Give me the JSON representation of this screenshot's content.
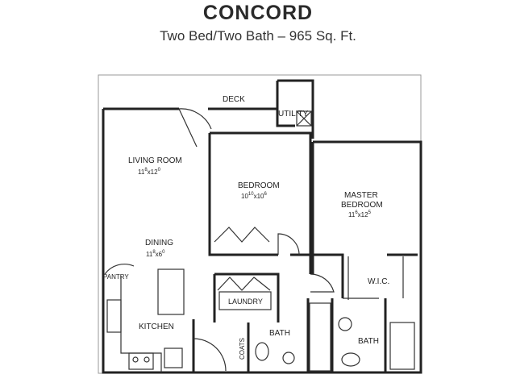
{
  "header": {
    "title": "CONCORD",
    "subtitle": "Two Bed/Two Bath – 965 Sq. Ft."
  },
  "rooms": {
    "deck": "DECK",
    "utility": "UTILITY",
    "living_room": "LIVING ROOM",
    "living_dim": {
      "a": "11",
      "b": "8",
      "c": "x12",
      "d": "0"
    },
    "bedroom": "BEDROOM",
    "bedroom_dim": {
      "a": "10",
      "b": "10",
      "c": "x10",
      "d": "6"
    },
    "master_1": "MASTER",
    "master_2": "BEDROOM",
    "master_dim": {
      "a": "11",
      "b": "6",
      "c": "x12",
      "d": "5"
    },
    "dining": "DINING",
    "dining_dim": {
      "a": "11",
      "b": "8",
      "c": "x6",
      "d": "0"
    },
    "pantry": "PANTRY",
    "wic": "W.I.C.",
    "laundry": "LAUNDRY",
    "kitchen": "KITCHEN",
    "coats": "COATS",
    "bath_1": "BATH",
    "bath_2": "BATH"
  }
}
